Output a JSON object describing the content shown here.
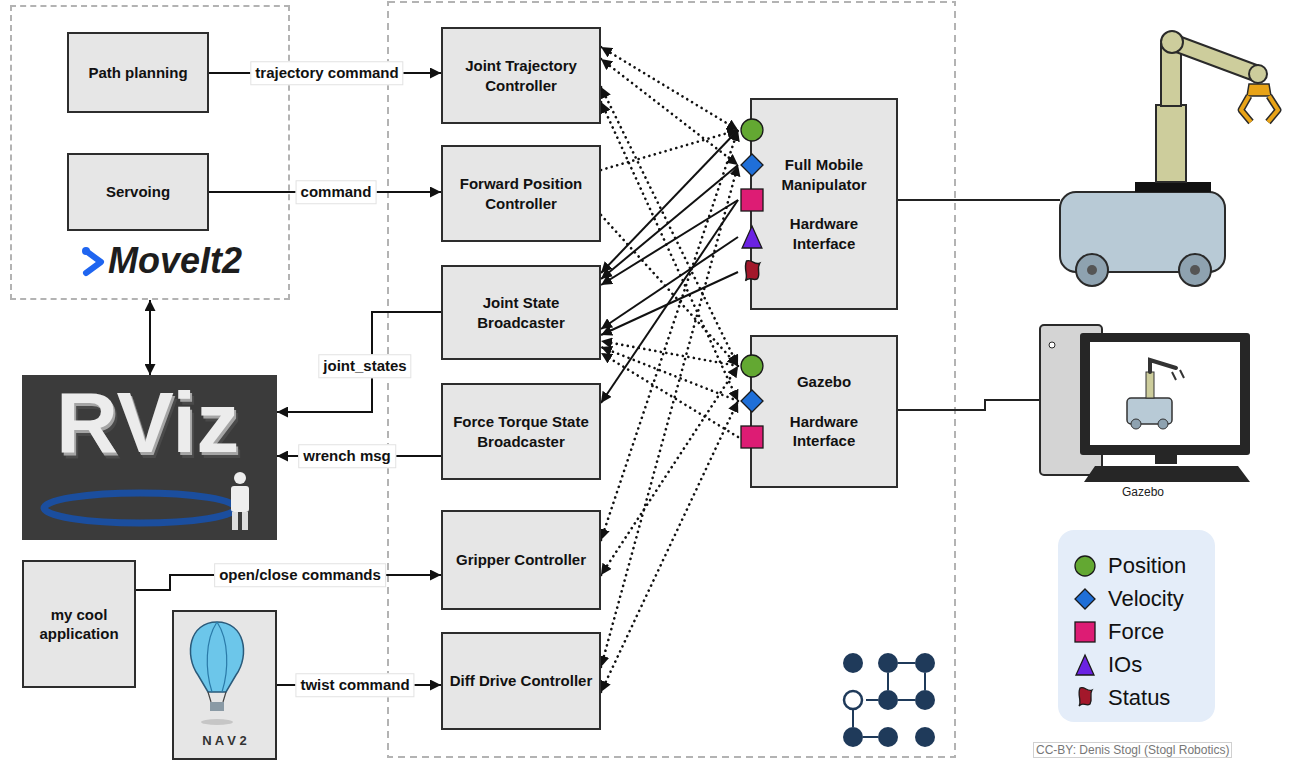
{
  "diagram": {
    "nodes": [
      {
        "text": [
          "MoveIt2"
        ]
      },
      {
        "text": [
          "Path planning"
        ],
        "in": 0
      },
      {
        "text": [
          "Servoing"
        ],
        "in": 0
      },
      {
        "text": [
          "RViz"
        ]
      },
      {
        "text": [
          "my cool application"
        ]
      },
      {
        "text": [
          "N A V 2"
        ]
      },
      {
        "text": [
          "Joint Trajectory Controller"
        ]
      },
      {
        "text": [
          "Forward Position Controller"
        ]
      },
      {
        "text": [
          "Joint State Broadcaster"
        ]
      },
      {
        "text": [
          "Force Torque State Broadcaster"
        ]
      },
      {
        "text": [
          "Gripper Controller"
        ]
      },
      {
        "text": [
          "Diff Drive Controller"
        ]
      },
      {
        "text": [
          "Full Mobile Manipulator",
          "Hardware Interface"
        ]
      },
      {
        "text": [
          "Gazebo",
          "Hardware Interface"
        ]
      }
    ],
    "edges": [
      {
        "from": 1,
        "to": 6,
        "label": "trajectory command",
        "arrow": "to"
      },
      {
        "from": 2,
        "to": 7,
        "label": "command",
        "arrow": "to"
      },
      {
        "from": 0,
        "to": 3,
        "arrow": "both"
      },
      {
        "from": 8,
        "to": 3,
        "label": "joint_states",
        "arrow": "to"
      },
      {
        "from": 9,
        "to": 3,
        "label": "wrench msg",
        "arrow": "to"
      },
      {
        "from": 4,
        "to": 10,
        "label": "open/close commands",
        "arrow": "to"
      },
      {
        "from": 5,
        "to": 11,
        "label": "twist command",
        "arrow": "to"
      },
      {
        "from": 6,
        "to": 12,
        "arrow": "both"
      },
      {
        "from": 6,
        "to": 12,
        "arrow": "both"
      },
      {
        "from": 6,
        "to": 13,
        "arrow": "both"
      },
      {
        "from": 6,
        "to": 13,
        "arrow": "both"
      },
      {
        "from": 7,
        "to": 12,
        "arrow": "to"
      },
      {
        "from": 7,
        "to": 13,
        "arrow": "to"
      },
      {
        "from": 12,
        "to": 8,
        "arrow": "to"
      },
      {
        "from": 12,
        "to": 8,
        "arrow": "to"
      },
      {
        "from": 12,
        "to": 8,
        "arrow": "to"
      },
      {
        "from": 12,
        "to": 8,
        "arrow": "to"
      },
      {
        "from": 12,
        "to": 8,
        "arrow": "to"
      },
      {
        "from": 13,
        "to": 8,
        "arrow": "to"
      },
      {
        "from": 13,
        "to": 8,
        "arrow": "to"
      },
      {
        "from": 13,
        "to": 8,
        "arrow": "to"
      },
      {
        "from": 12,
        "to": 9,
        "arrow": "to"
      },
      {
        "from": 10,
        "to": 12,
        "arrow": "both"
      },
      {
        "from": 10,
        "to": 13,
        "arrow": "both"
      },
      {
        "from": 11,
        "to": 12,
        "arrow": "both"
      },
      {
        "from": 11,
        "to": 13,
        "arrow": "both"
      }
    ],
    "labels": [
      "Gazebo",
      "CC-BY: Denis Stogl (Stogl Robotics)"
    ],
    "legend": [
      {
        "text": "Position"
      },
      {
        "text": "Velocity"
      },
      {
        "text": "Force"
      },
      {
        "text": "IOs"
      },
      {
        "text": "Status"
      }
    ]
  }
}
